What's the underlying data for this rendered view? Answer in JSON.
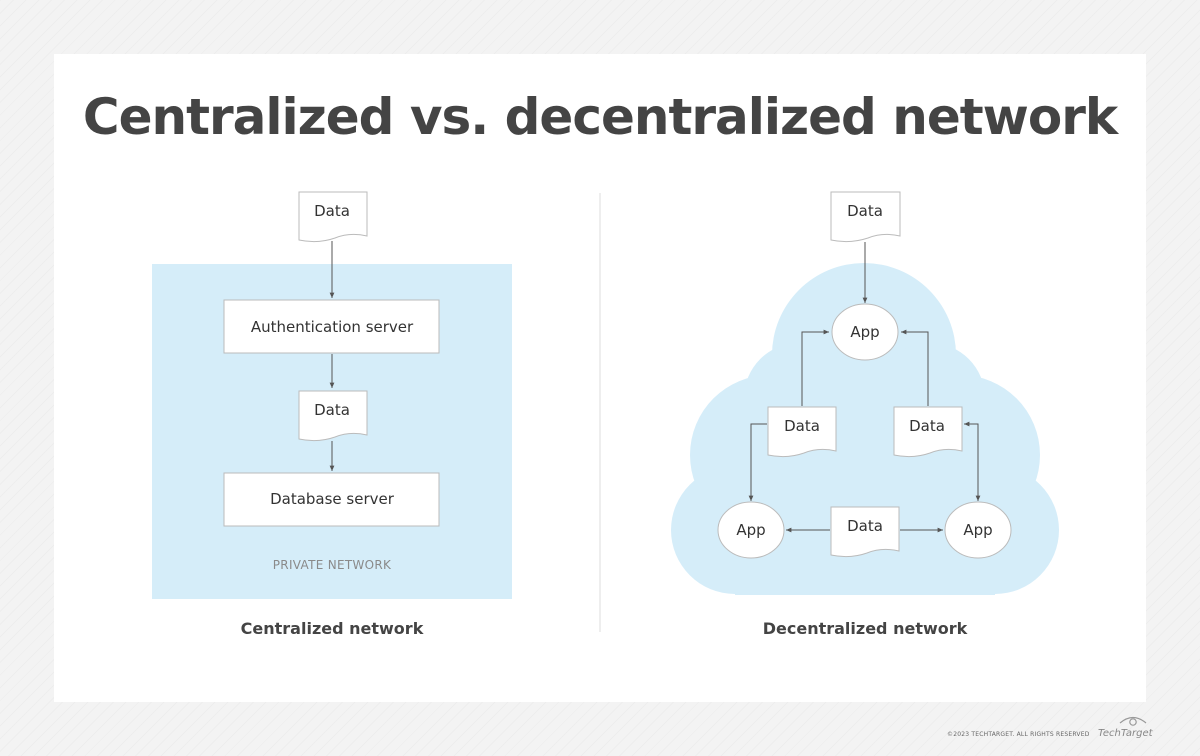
{
  "title": "Centralized vs. decentralized network",
  "centralized": {
    "caption": "Centralized network",
    "data_top": "Data",
    "auth_server": "Authentication server",
    "data_mid": "Data",
    "db_server": "Database server",
    "region_label": "PRIVATE NETWORK"
  },
  "decentralized": {
    "caption": "Decentralized network",
    "data_top": "Data",
    "app_top": "App",
    "data_left": "Data",
    "data_right": "Data",
    "app_left": "App",
    "data_bottom": "Data",
    "app_right": "App"
  },
  "footer": {
    "copyright": "©2023 TECHTARGET. ALL RIGHTS RESERVED",
    "brand": "TechTarget"
  },
  "colors": {
    "region_fill": "#d5edf9",
    "stroke": "#bbbbbb",
    "arrow": "#555555",
    "title": "#444444"
  }
}
